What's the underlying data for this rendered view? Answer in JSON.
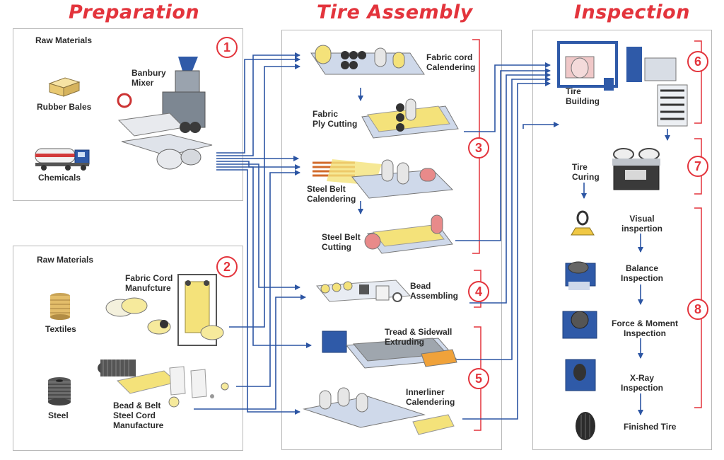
{
  "headers": {
    "preparation": "Preparation",
    "assembly": "Tire Assembly",
    "inspection": "Inspection"
  },
  "prep1": {
    "title": "Raw Materials",
    "rubber": "Rubber Bales",
    "chemicals": "Chemicals",
    "mixer": "Banbury\nMixer",
    "badge": "1"
  },
  "prep2": {
    "title": "Raw Materials",
    "textiles": "Textiles",
    "steel": "Steel",
    "fabric_cord": "Fabric Cord\nManufcture",
    "bead_belt": "Bead & Belt\nSteel Cord\nManufacture",
    "badge": "2"
  },
  "assembly": {
    "fabric_cal": "Fabric cord\nCalendering",
    "fabric_ply": "Fabric\nPly Cutting",
    "steel_cal": "Steel Belt\nCalendering",
    "steel_cut": "Steel Belt\nCutting",
    "bead": "Bead\nAssembling",
    "tread": "Tread & Sidewall\nExtruding",
    "innerliner": "Innerliner\nCalendering",
    "badge3": "3",
    "badge4": "4",
    "badge5": "5"
  },
  "inspection": {
    "building": "Tire\nBuilding",
    "curing": "Tire\nCuring",
    "visual": "Visual\ninspertion",
    "balance": "Balance\nInspection",
    "force": "Force & Moment\nInspection",
    "xray": "X-Ray\nInspection",
    "finished": "Finished Tire",
    "badge6": "6",
    "badge7": "7",
    "badge8": "8"
  },
  "colors": {
    "accent": "#e3343c",
    "arrow": "#2c55a3",
    "panel": "#b9b9b9",
    "machine": "#2f5aa8",
    "yellow": "#f4e27a"
  }
}
